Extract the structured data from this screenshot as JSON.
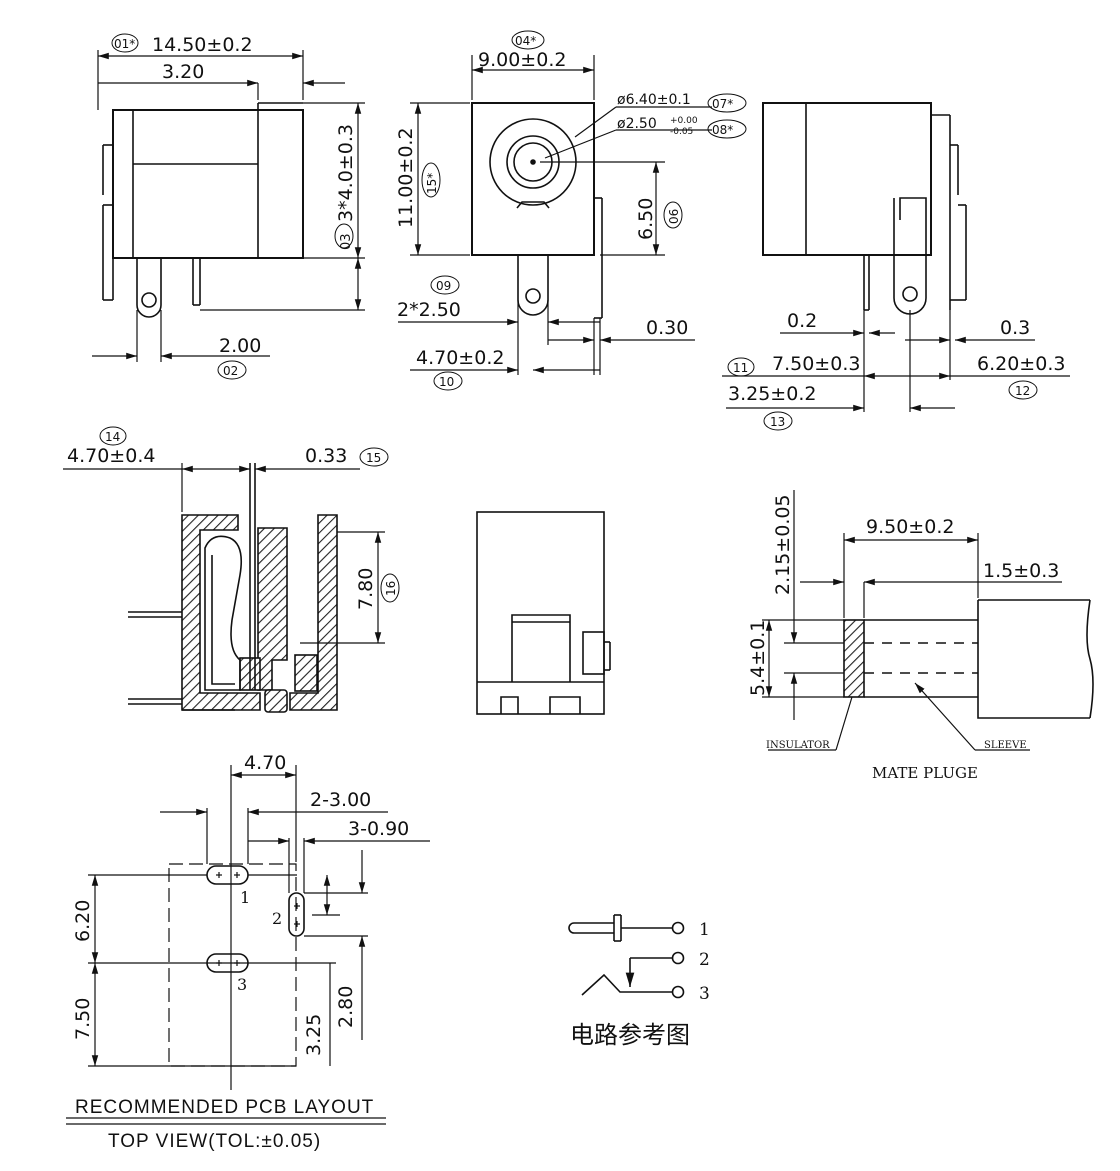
{
  "top_views": {
    "front": {
      "width": "14.50±0.2",
      "width_tag": "01*",
      "sub": "3.20",
      "height": "3*4.0±0.3",
      "height_tag": "03",
      "pin_off": "2.00",
      "pin_off_tag": "02"
    },
    "side": {
      "width": "9.00±0.2",
      "width_tag": "04*",
      "height": "11.00±0.2",
      "height_tag": "15*",
      "d1": "ø6.40±0.1",
      "d1_tag": "07*",
      "d2": "ø2.50",
      "d2_tol_up": "+0.00",
      "d2_tol_dn": "-0.05",
      "d2_tag": "08*",
      "center_h": "6.50",
      "center_h_tag": "06",
      "pin_pitch": "2*2.50",
      "pin_pitch_tag": "09",
      "pin_t": "0.30",
      "off": "4.70±0.2",
      "off_tag": "10"
    },
    "right": {
      "d_a": "0.2",
      "d_b": "0.3",
      "d_c": "7.50±0.3",
      "d_c_tag": "11",
      "d_d": "6.20±0.3",
      "d_d_tag": "12",
      "d_e": "3.25±0.2",
      "d_e_tag": "13"
    }
  },
  "section": {
    "w": "4.70±0.4",
    "w_tag": "14",
    "t": "0.33",
    "t_tag": "15",
    "h": "7.80",
    "h_tag": "16"
  },
  "mate": {
    "d1": "2.15±0.05",
    "len": "9.50±0.2",
    "ins": "1.5±0.3",
    "dia": "5.4±0.1",
    "insulator": "INSULATOR",
    "sleeve": "SLEEVE",
    "title": "MATE PLUGE"
  },
  "pcb": {
    "a": "4.70",
    "b": "2-3.00",
    "c": "3-0.90",
    "h1": "6.20",
    "h2": "7.50",
    "h3": "3.25",
    "h4": "2.80",
    "p1": "1",
    "p2": "2",
    "p3": "3",
    "title": "RECOMMENDED PCB LAYOUT",
    "subtitle": "TOP VIEW(TOL:±0.05)"
  },
  "circuit": {
    "n1": "1",
    "n2": "2",
    "n3": "3",
    "title": "电路参考图"
  }
}
